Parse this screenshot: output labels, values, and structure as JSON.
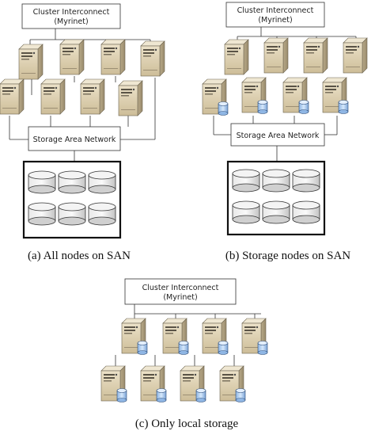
{
  "cluster_interconnect": {
    "line1": "Cluster Interconnect",
    "line2": "(Myrinet)"
  },
  "san_label": "Storage Area Network",
  "panels": {
    "a": {
      "caption": "(a)  All nodes on SAN"
    },
    "b": {
      "caption": "(b)  Storage nodes on SAN"
    },
    "c": {
      "caption": "(c)  Only local storage"
    }
  },
  "colors": {
    "server_front": "#dccfb0",
    "server_side": "#b8a98a",
    "disk_blue": "#a9c8ec",
    "disk_gray": "#d6d6d6",
    "line": "#333333"
  }
}
